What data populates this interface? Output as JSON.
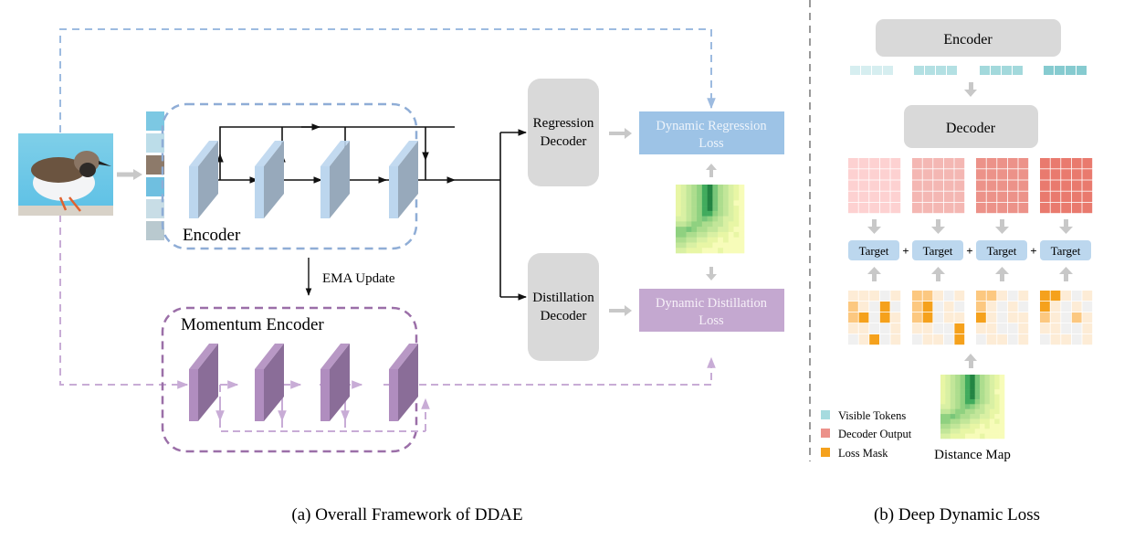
{
  "panel_a": {
    "caption": "(a) Overall Framework of DDAE",
    "encoder_label": "Encoder",
    "momentum_encoder_label": "Momentum Encoder",
    "ema_update_label": "EMA Update",
    "regression_decoder": [
      "Regression",
      "Decoder"
    ],
    "distillation_decoder": [
      "Distillation",
      "Decoder"
    ],
    "regression_loss": [
      "Dynamic Regression",
      "Loss"
    ],
    "distillation_loss": [
      "Dynamic Distillation",
      "Loss"
    ],
    "input_image": "bird-photo",
    "patch_count": 6,
    "encoder_block_count": 4,
    "colors": {
      "encoder": "#8fadd6",
      "encoder_block_front": "#bcd6ee",
      "encoder_block_side": "#97a9bb",
      "momentum": "#9b6fa8",
      "momentum_block_front": "#b08dbf",
      "momentum_block_side": "#8a6d98",
      "decoder_box": "#d9d9d9",
      "regression_loss": "#9dc3e6",
      "distillation_loss": "#c4a8d0",
      "grey_arrow": "#c8c8c8"
    }
  },
  "panel_b": {
    "caption": "(b) Deep Dynamic Loss",
    "encoder_label": "Encoder",
    "decoder_label": "Decoder",
    "target_label": "Target",
    "plus": "+",
    "distance_map_label": "Distance Map",
    "legend": [
      {
        "label": "Visible Tokens",
        "color": "#a6dbdf"
      },
      {
        "label": "Decoder Output",
        "color": "#ec918a"
      },
      {
        "label": "Loss Mask",
        "color": "#f5a11c"
      }
    ],
    "visible_token_colors": [
      "#d6eef0",
      "#b3e0e3",
      "#a3d9dc",
      "#86cbd0"
    ],
    "decoder_output_colors": [
      "#fdd1d1",
      "#f4b7b3",
      "#ec9289",
      "#e97a6e"
    ],
    "loss_masks": [
      [
        [
          1,
          1,
          1,
          0,
          1
        ],
        [
          2,
          1,
          0,
          3,
          0
        ],
        [
          2,
          3,
          0,
          3,
          1
        ],
        [
          1,
          1,
          0,
          0,
          1
        ],
        [
          0,
          1,
          3,
          0,
          1
        ]
      ],
      [
        [
          2,
          2,
          1,
          0,
          1
        ],
        [
          2,
          3,
          0,
          1,
          0
        ],
        [
          2,
          3,
          0,
          1,
          1
        ],
        [
          1,
          1,
          0,
          0,
          3
        ],
        [
          0,
          1,
          1,
          0,
          3
        ]
      ],
      [
        [
          2,
          2,
          1,
          0,
          1
        ],
        [
          2,
          1,
          0,
          1,
          0
        ],
        [
          3,
          1,
          0,
          1,
          1
        ],
        [
          1,
          1,
          0,
          0,
          1
        ],
        [
          0,
          1,
          1,
          0,
          1
        ]
      ],
      [
        [
          3,
          3,
          1,
          0,
          1
        ],
        [
          3,
          1,
          0,
          1,
          0
        ],
        [
          2,
          1,
          0,
          2,
          1
        ],
        [
          1,
          1,
          0,
          0,
          1
        ],
        [
          0,
          1,
          1,
          0,
          1
        ]
      ]
    ],
    "mask_colors": [
      "#f0f0f0",
      "#fdecd6",
      "#fcc880",
      "#f5a11c"
    ]
  },
  "distance_map": [
    [
      2,
      3,
      4,
      5,
      6,
      8,
      9,
      7,
      5,
      4,
      3,
      2,
      1
    ],
    [
      2,
      3,
      4,
      5,
      6,
      8,
      9,
      7,
      5,
      4,
      3,
      2,
      1
    ],
    [
      2,
      3,
      4,
      5,
      6,
      8,
      9,
      7,
      5,
      4,
      3,
      2,
      1
    ],
    [
      2,
      3,
      4,
      5,
      6,
      8,
      9,
      7,
      5,
      4,
      3,
      1,
      1
    ],
    [
      2,
      3,
      4,
      5,
      6,
      8,
      9,
      7,
      5,
      4,
      3,
      2,
      1
    ],
    [
      2,
      3,
      4,
      5,
      6,
      8,
      8,
      6,
      5,
      4,
      3,
      2,
      1
    ],
    [
      3,
      3,
      4,
      5,
      6,
      7,
      6,
      5,
      4,
      3,
      3,
      2,
      1
    ],
    [
      4,
      4,
      5,
      6,
      6,
      5,
      5,
      4,
      4,
      3,
      2,
      2,
      1
    ],
    [
      6,
      6,
      7,
      6,
      5,
      5,
      4,
      4,
      3,
      3,
      2,
      1,
      1
    ],
    [
      6,
      6,
      5,
      5,
      4,
      4,
      3,
      3,
      2,
      2,
      1,
      2,
      1
    ],
    [
      5,
      5,
      4,
      4,
      3,
      3,
      2,
      2,
      1,
      2,
      1,
      1,
      1
    ],
    [
      4,
      4,
      3,
      3,
      2,
      2,
      2,
      1,
      1,
      1,
      1,
      1,
      1
    ],
    [
      3,
      3,
      2,
      2,
      2,
      1,
      1,
      1,
      2,
      1,
      1,
      1,
      1
    ]
  ],
  "distance_colors": [
    "#ffffcc",
    "#f7fcb9",
    "#e8f6a5",
    "#d9f0a3",
    "#c2e699",
    "#addd8e",
    "#8fd180",
    "#78c679",
    "#41ab5d",
    "#238443"
  ]
}
